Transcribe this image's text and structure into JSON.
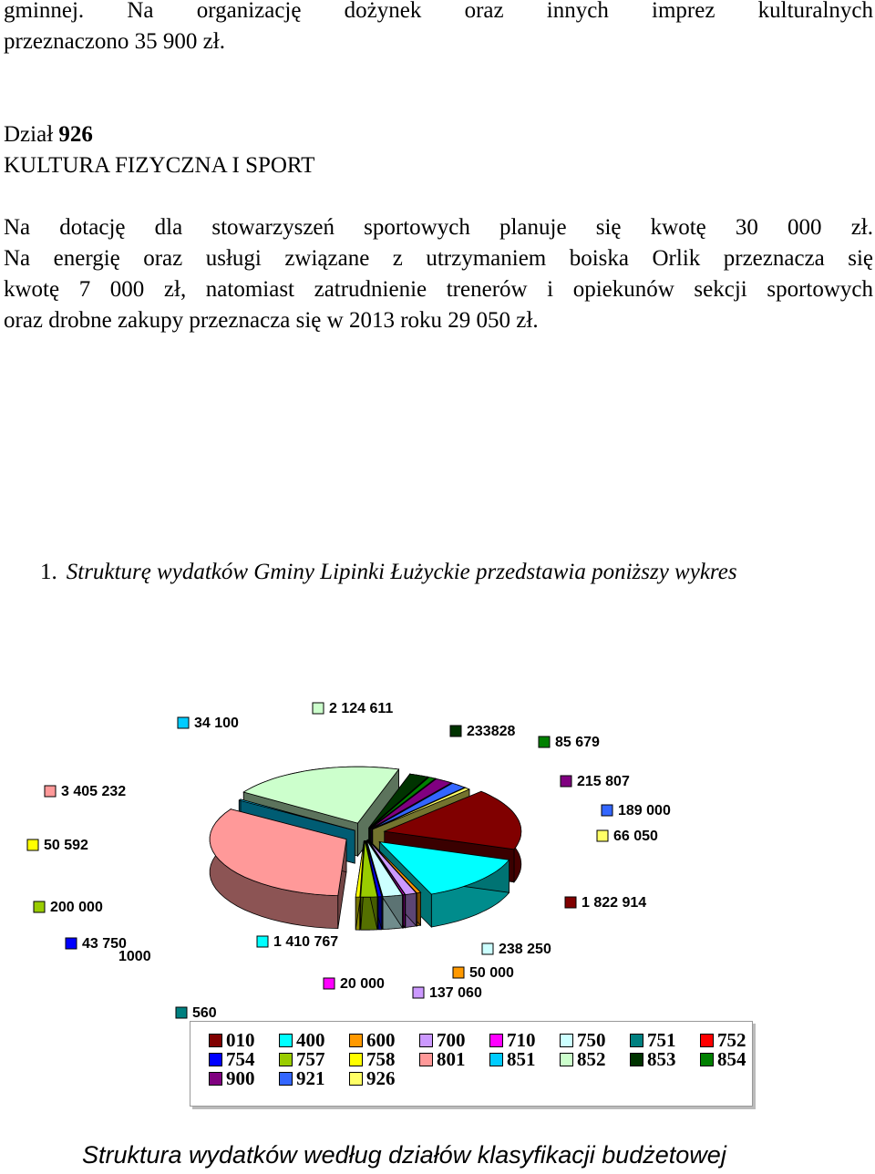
{
  "text": {
    "p1_line1": "gminnej.  Na  organizację  dożynek  oraz  innych  imprez  kulturalnych",
    "p1_line2": "przeznaczono 35 900 zł.",
    "section_prefix": "Dział ",
    "section_number": "926",
    "section_title": "KULTURA FIZYCZNA I SPORT",
    "p2_line1": "Na  dotację  dla  stowarzyszeń  sportowych  planuje  się  kwotę  30  000  zł.",
    "p2_line2": "Na  energię oraz usługi związane z utrzymaniem boiska Orlik przeznacza się",
    "p2_line3": "kwotę 7 000 zł, natomiast zatrudnienie trenerów i opiekunów sekcji sportowych",
    "p2_line4": "oraz drobne zakupy przeznacza się w 2013 roku 29 050 zł.",
    "caption_number": "1.",
    "caption_text": "Strukturę wydatków Gminy Lipinki Łużyckie przedstawia poniższy wykres",
    "footer": "Struktura wydatków według działów klasyfikacji budżetowej"
  },
  "chart_data": {
    "type": "pie",
    "title": "Struktura wydatków według działów klasyfikacji budżetowej",
    "categories": [
      "010",
      "400",
      "600",
      "700",
      "710",
      "750",
      "751",
      "752",
      "754",
      "757",
      "758",
      "801",
      "851",
      "852",
      "853",
      "854",
      "900",
      "921",
      "926"
    ],
    "values": [
      1822914,
      1410767,
      50000,
      137060,
      20000,
      238250,
      560,
      1000,
      43750,
      200000,
      50592,
      3405232,
      34100,
      2124611,
      233828,
      85679,
      215807,
      189000,
      66050
    ],
    "value_labels": [
      "1 822 914",
      "1 410 767",
      "50 000",
      "137 060",
      "20 000",
      "238 250",
      "560",
      "1000",
      "43 750",
      "200 000",
      "50 592",
      "3 405 232",
      "34 100",
      "2 124 611",
      "233828",
      "85 679",
      "215 807",
      "189 000",
      "66 050"
    ],
    "colors": [
      "#800000",
      "#00FFFF",
      "#FF9900",
      "#CC99FF",
      "#FF00FF",
      "#CCFFFF",
      "#008080",
      "#FF0000",
      "#0000FF",
      "#99CC00",
      "#FFFF00",
      "#FF9999",
      "#00CCFF",
      "#CCFFCC",
      "#003300",
      "#008000",
      "#800080",
      "#3366FF",
      "#FFFF66"
    ],
    "legend_position": "bottom"
  }
}
